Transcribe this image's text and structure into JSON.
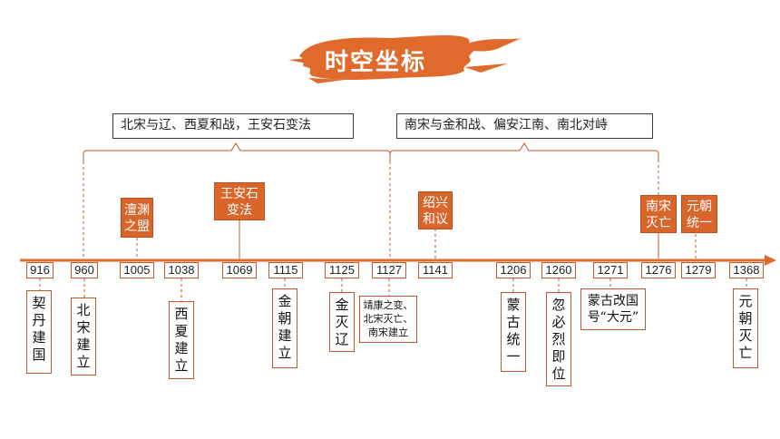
{
  "title": "时空坐标",
  "periods": [
    "北宋与辽、西夏和战，王安石变法",
    "南宋与金和战、偏安江南、南北对峙"
  ],
  "years": [
    "916",
    "960",
    "1005",
    "1038",
    "1069",
    "1115",
    "1125",
    "1127",
    "1141",
    "1206",
    "1260",
    "1271",
    "1276",
    "1279",
    "1368"
  ],
  "above_events": [
    {
      "lines": [
        "澶渊",
        "之盟"
      ]
    },
    {
      "lines": [
        "王安石",
        "变法"
      ]
    },
    {
      "lines": [
        "绍兴",
        "和议"
      ]
    },
    {
      "lines": [
        "南宋",
        "灭亡"
      ]
    },
    {
      "lines": [
        "元朝",
        "统一"
      ]
    }
  ],
  "below_events": [
    {
      "lines": [
        "契",
        "丹",
        "建",
        "国"
      ]
    },
    {
      "lines": [
        "北",
        "宋",
        "建",
        "立"
      ]
    },
    {
      "lines": [
        "西",
        "夏",
        "建",
        "立"
      ]
    },
    {
      "lines": [
        "金",
        "朝",
        "建",
        "立"
      ]
    },
    {
      "lines": [
        "金",
        "灭",
        "辽"
      ]
    },
    {
      "lines": [
        "靖康之变、",
        "北宋灭亡、",
        "南宋建立"
      ]
    },
    {
      "lines": [
        "蒙",
        "古",
        "统",
        "一"
      ]
    },
    {
      "lines": [
        "忽",
        "必",
        "烈",
        "即",
        "位"
      ]
    },
    {
      "lines": [
        "蒙古改国",
        "号“大元”"
      ]
    },
    {
      "lines": [
        "元",
        "朝",
        "灭",
        "亡"
      ]
    }
  ],
  "colors": {
    "accent": "#e06a2c",
    "tag": "#d9652b",
    "axis": "#e06a2c",
    "border": "#c05a2a"
  }
}
